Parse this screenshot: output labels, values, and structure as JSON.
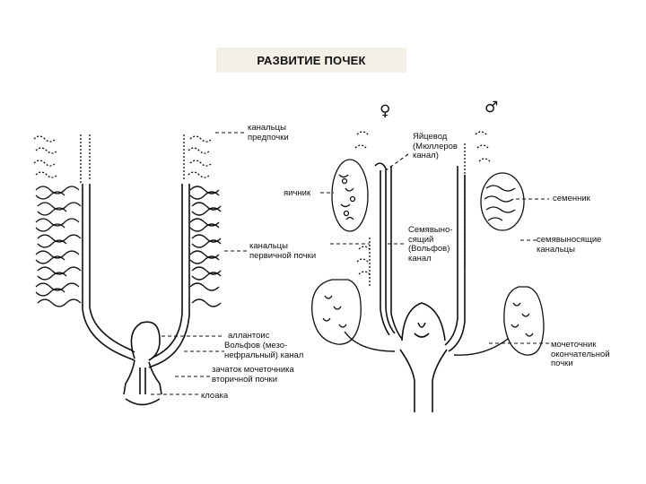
{
  "title": "РАЗВИТИЕ ПОЧЕК",
  "symbols": {
    "female": "♀",
    "male": "♂"
  },
  "labels": {
    "pronephros_tubules": "канальцы\nпредпочки",
    "oviduct": "Яйцевод\n(Мюллеров\nканал)",
    "ovary": "яичник",
    "testis": "семенник",
    "mesonephros_tubules": "канальцы\nпервичной почки",
    "seminal_duct": "Семявыно-\nсящий\n(Вольфов)\nканал",
    "efferent_tubules": "семявыносящие\nканальцы",
    "allantois": "аллантоис",
    "wolffian_duct": "Вольфов (мезо-\nнефральный) канал",
    "ureter_bud": "зачаток мочеточника\nвторичной почки",
    "cloaca": "клоака",
    "ureter": "мочеточник\nокончательной\nпочки"
  }
}
